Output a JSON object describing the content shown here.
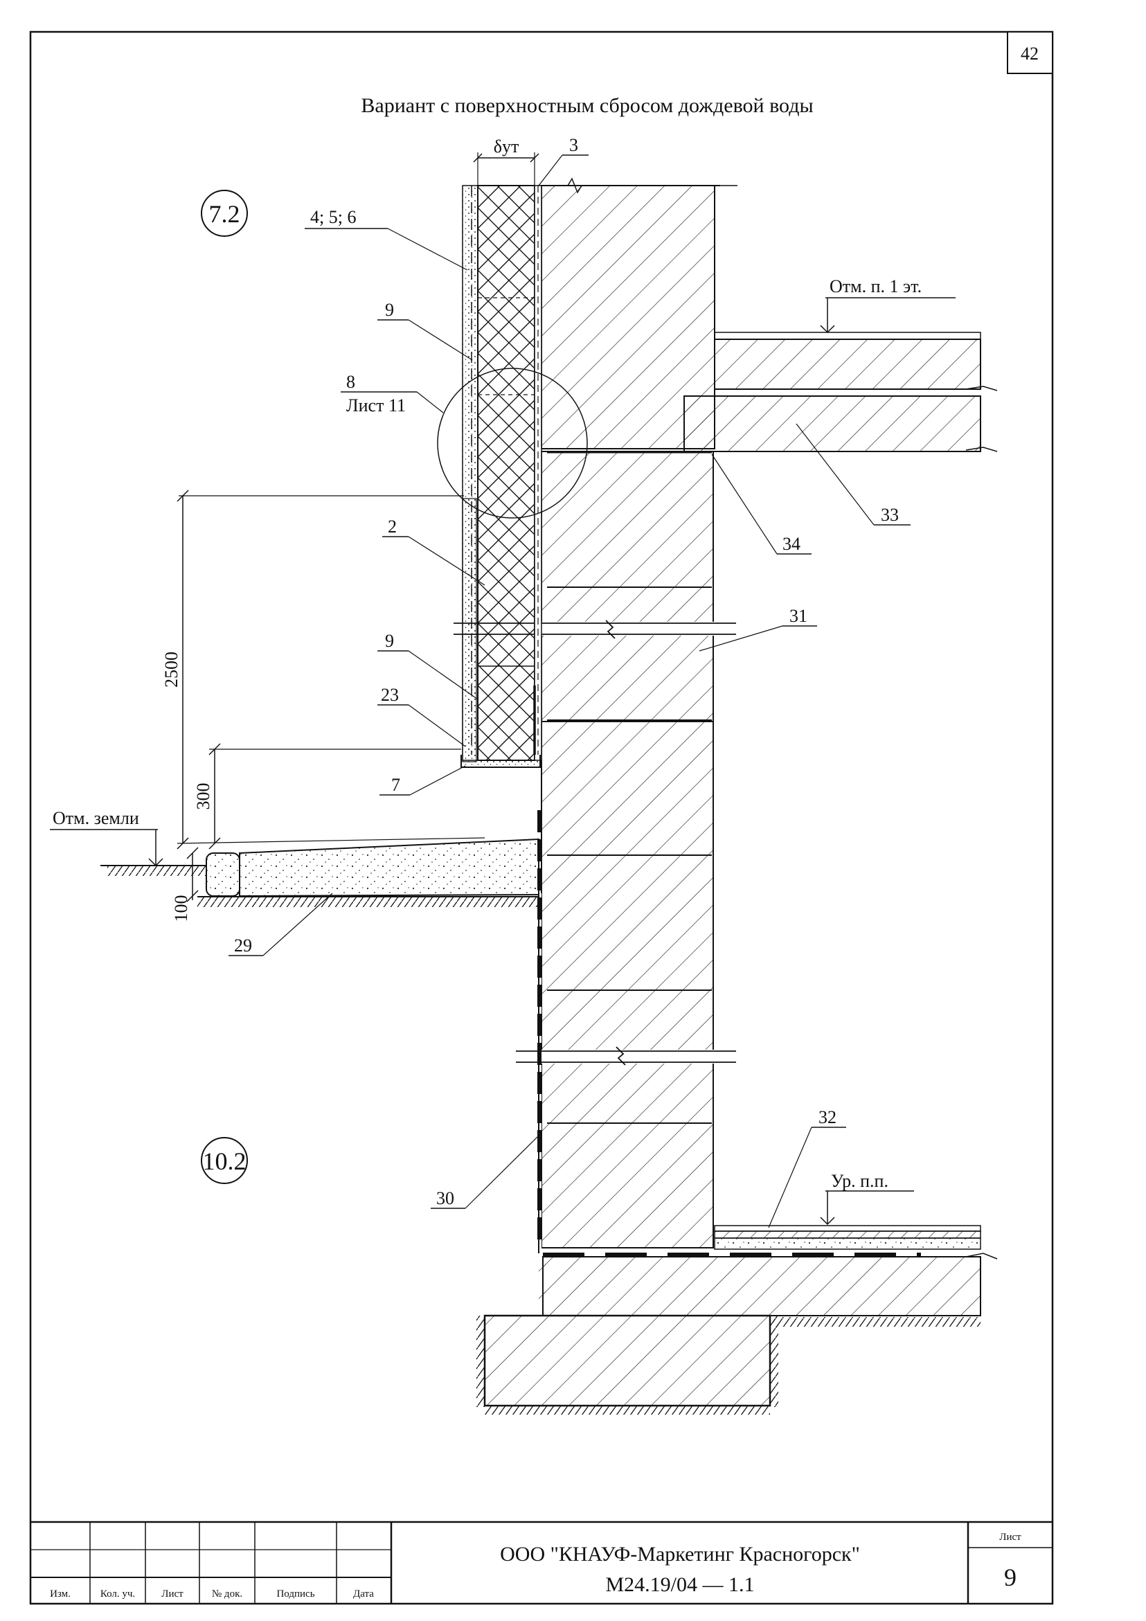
{
  "page_number": "42",
  "title": "Вариант с поверхностным сбросом дождевой воды",
  "node_marks": {
    "upper": "7.2",
    "lower": "10.2"
  },
  "insulation_thickness_label": "δут",
  "level_marks": {
    "floor_1": "Отм. п. 1 эт.",
    "ground": "Отм. земли",
    "basement_floor": "Ур. п.п."
  },
  "dimensions": {
    "d2500": "2500",
    "d300": "300",
    "d100": "100"
  },
  "callouts": {
    "c3": "3",
    "c456": "4; 5; 6",
    "c9a": "9",
    "c8": "8",
    "c8_ref": "Лист 11",
    "c2": "2",
    "c9b": "9",
    "c23": "23",
    "c7": "7",
    "c29": "29",
    "c30": "30",
    "c31": "31",
    "c32": "32",
    "c33": "33",
    "c34": "34"
  },
  "title_block": {
    "col_headers": [
      "Изм.",
      "Кол. уч.",
      "Лист",
      "№ док.",
      "Подпись",
      "Дата"
    ],
    "organization": "ООО \"КНАУФ-Маркетинг Красногорск\"",
    "doc_code": "М24.19/04 — 1.1",
    "sheet_label": "Лист",
    "sheet_number": "9"
  }
}
